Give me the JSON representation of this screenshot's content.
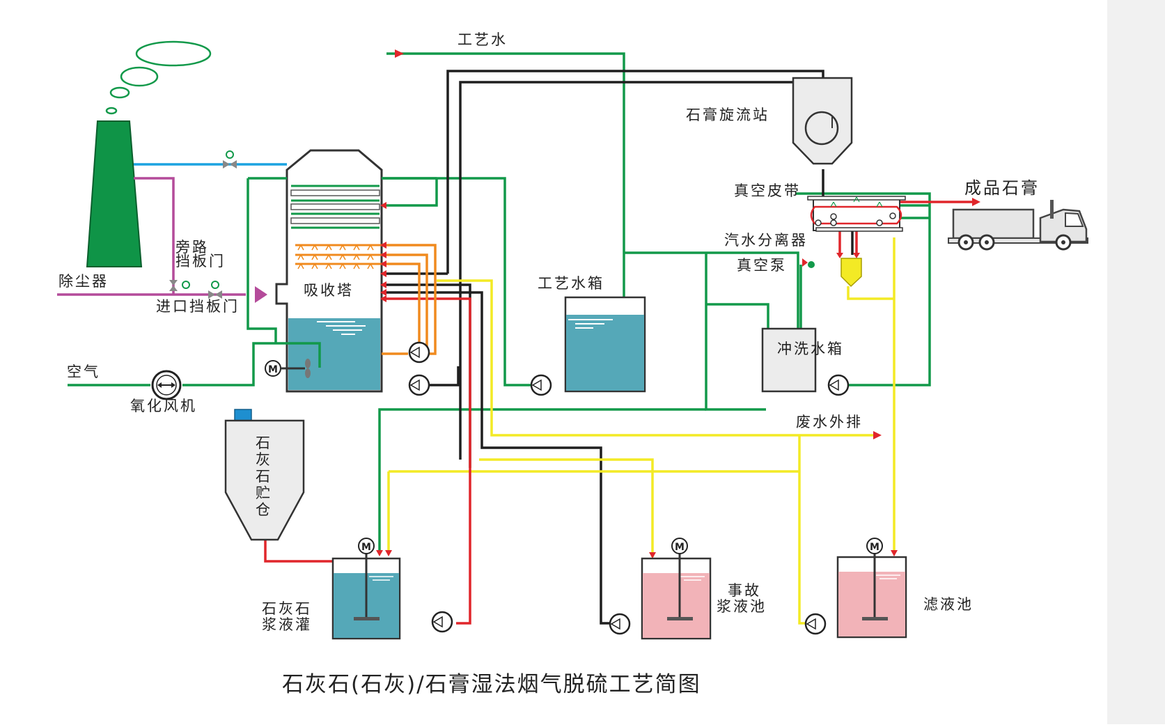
{
  "title": "石灰石(石灰)/石膏湿法烟气脱硫工艺简图",
  "labels": {
    "process_water": "工艺水",
    "gypsum_cyclone": "石膏旋流站",
    "vacuum_belt": "真空皮带",
    "finished_gypsum": "成品石膏",
    "steam_water_separator": "汽水分离器",
    "vacuum_pump": "真空泵",
    "bypass_damper_1": "旁路",
    "bypass_damper_2": "挡板门",
    "dust_collector": "除尘器",
    "inlet_damper": "进口挡板门",
    "absorber": "吸收塔",
    "process_water_tank": "工艺水箱",
    "flush_water_tank": "冲洗水箱",
    "air": "空气",
    "oxidation_fan": "氧化风机",
    "wastewater_discharge": "废水外排",
    "limestone_silo_chars": [
      "石",
      "灰",
      "石",
      "贮",
      "仓"
    ],
    "limestone_slurry_tank_1": "石灰石",
    "limestone_slurry_tank_2": "浆液灌",
    "emergency_tank_1": "事故",
    "emergency_tank_2": "浆液池",
    "filtrate_tank": "滤液池",
    "motor": "M"
  },
  "colors": {
    "stack": "#0f9447",
    "process_water_line": "#12994a",
    "slurry_line": "#1f1f1f",
    "filtrate_line": "#f3ea25",
    "limestone_slurry_line": "#e0262b",
    "spray_line": "#f08a1e",
    "flue_gas_line": "#b44b9a",
    "clean_gas_line": "#1ba3e0",
    "slurry_blue": "#55a8b8",
    "pink_slurry": "#f2b3b8",
    "equipment_gray": "#ececec"
  }
}
